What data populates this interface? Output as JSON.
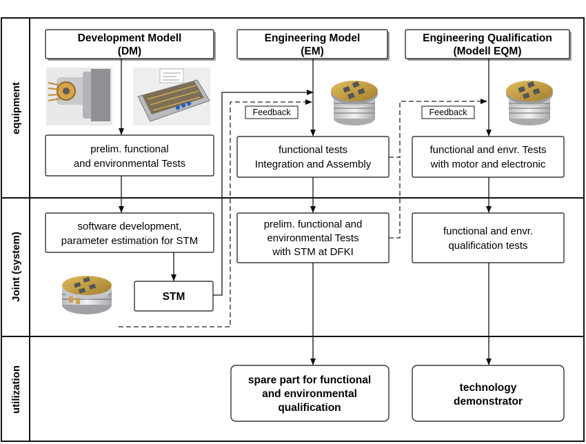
{
  "lanes": {
    "equipment": "equipment",
    "joint": "Joint (system)",
    "utilization": "utilization"
  },
  "columns": {
    "dm": {
      "line1": "Development Modell",
      "line2": "(DM)"
    },
    "em": {
      "line1": "Engineering Model",
      "line2": "(EM)"
    },
    "eqm": {
      "line1": "Engineering Qualification",
      "line2": "(Modell EQM)"
    }
  },
  "boxes": {
    "dm_tests": {
      "line1": "prelim. functional",
      "line2": "and environmental Tests"
    },
    "em_tests": {
      "line1": "functional tests",
      "line2": "Integration and Assembly"
    },
    "eqm_tests": {
      "line1": "functional and envr. Tests",
      "line2": "with motor and electronic"
    },
    "dm_software": {
      "line1": "software development,",
      "line2": "parameter estimation for STM"
    },
    "stm": {
      "line1": "STM"
    },
    "em_joint": {
      "line1": "prelim. functional and",
      "line2": "environmental Tests",
      "line3": "with STM at DFKI"
    },
    "eqm_joint": {
      "line1": "functional and envr.",
      "line2": "qualification tests"
    },
    "spare": {
      "line1": "spare part for functional",
      "line2": "and environmental",
      "line3": "qualification"
    },
    "tech": {
      "line1": "technology",
      "line2": "demonstrator"
    }
  },
  "feedback": {
    "em": "Feedback",
    "eqm": "Feedback"
  },
  "images": {
    "dm_photo_1": "actuator-prototype-photo",
    "dm_photo_2": "electronics-board-photo",
    "em_render": "actuator-render",
    "eqm_render": "actuator-render",
    "stm_render": "stm-render"
  },
  "colors": {
    "gold": "#c9a24a",
    "silver": "#d9dadc",
    "line": "#111111"
  }
}
